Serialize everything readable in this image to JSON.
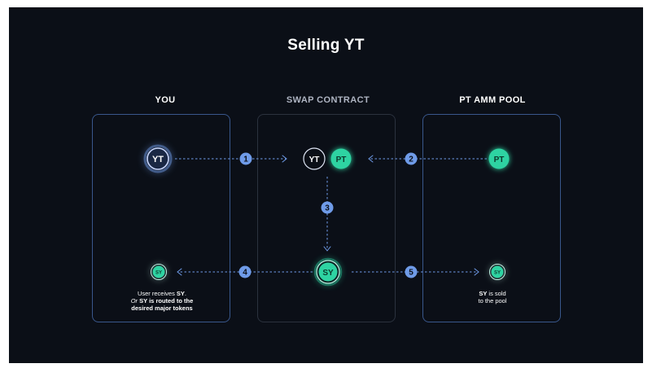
{
  "title": "Selling YT",
  "columns": {
    "you": "YOU",
    "swap": "SWAP CONTRACT",
    "pool": "PT AMM POOL"
  },
  "tokens": {
    "yt": "YT",
    "pt": "PT",
    "sy": "SY"
  },
  "steps": [
    "1",
    "2",
    "3",
    "4",
    "5"
  ],
  "captions": {
    "you_line1_a": "User receives ",
    "you_line1_b": "SY",
    "you_line1_c": ".",
    "you_line2_a": "Or",
    "you_line2_b": " SY is routed to the",
    "you_line3": "desired major tokens",
    "pool_line1_a": "SY",
    "pool_line1_b": " is sold",
    "pool_line2": "to the pool"
  },
  "colors": {
    "background": "#0b0f17",
    "accent_blue": "#6f9be8",
    "accent_green": "#2ed3a2",
    "panel_border_blue": "#39578c",
    "panel_border_grey": "#2b323e"
  }
}
